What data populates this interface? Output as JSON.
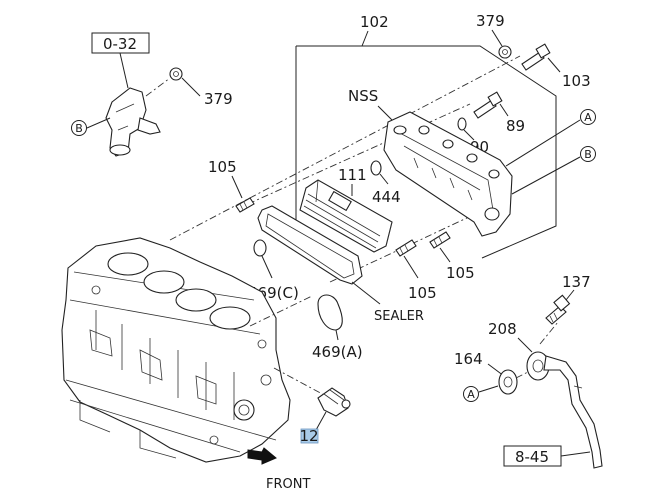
{
  "labels": {
    "ref_0_32": "0-32",
    "ref_8_45": "8-45",
    "p102": "102",
    "p379a": "379",
    "p379b": "379",
    "p103": "103",
    "nss": "NSS",
    "p89": "89",
    "p90": "90",
    "p105a": "105",
    "p111": "111",
    "p444": "444",
    "p105b": "105",
    "p105c": "105",
    "p469c": "469(C)",
    "sealer": "SEALER",
    "p469a": "469(A)",
    "p137": "137",
    "p208": "208",
    "p164": "164",
    "p12": "12",
    "front": "FRONT",
    "circA1": "A",
    "circB1": "B",
    "circA2": "A",
    "circB2": "B"
  },
  "colors": {
    "highlight": "#a9cbe8",
    "ink": "#222222"
  }
}
